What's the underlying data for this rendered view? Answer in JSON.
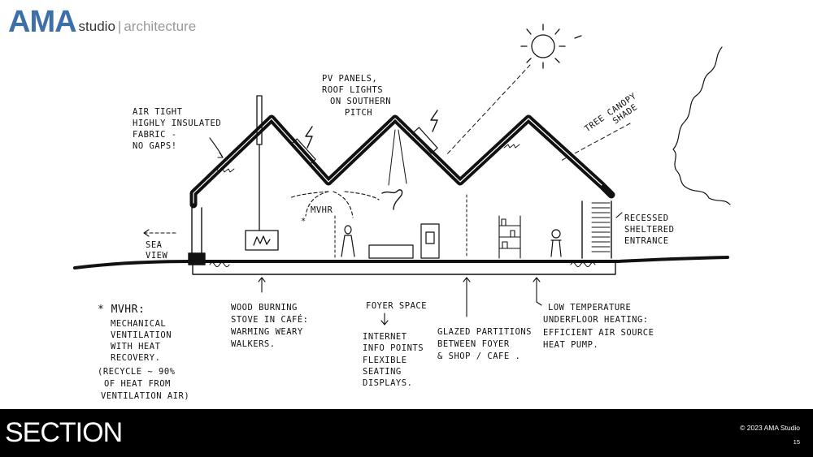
{
  "brand": {
    "mark": "AMA",
    "studio": "studio",
    "separator": "|",
    "architecture": "architecture",
    "color": "#3d6fa8"
  },
  "diagram": {
    "labels": {
      "air_tight": [
        "AIR TIGHT",
        "HIGHLY INSULATED",
        "FABRIC -",
        "NO GAPS!"
      ],
      "pv_panels": [
        "PV PANELS,",
        "ROOF LIGHTS",
        "ON SOUTHERN",
        "PITCH"
      ],
      "tree_canopy": [
        "TREE CANOPY",
        "SHADE"
      ],
      "mvhr_tag": "MVHR",
      "sea_view": [
        "SEA",
        "VIEW"
      ],
      "recessed": [
        "RECESSED",
        "SHELTERED",
        "ENTRANCE"
      ],
      "mvhr_note": [
        "* MVHR:",
        "MECHANICAL",
        "VENTILATION",
        "WITH HEAT",
        "RECOVERY.",
        "(RECYCLE ~ 90%",
        "OF HEAT FROM",
        "VENTILATION AIR)"
      ],
      "wood_stove": [
        "WOOD BURNING",
        "STOVE IN CAFÉ:",
        "WARMING WEARY",
        "WALKERS."
      ],
      "foyer": [
        "FOYER SPACE",
        "INTERNET",
        "INFO POINTS",
        "FLEXIBLE",
        "SEATING",
        "DISPLAYS."
      ],
      "glazed": [
        "GLAZED PARTITIONS",
        "BETWEEN FOYER",
        "& SHOP / CAFE ."
      ],
      "heating": [
        "LOW TEMPERATURE",
        "UNDERFLOOR HEATING:",
        "EFFICIENT AIR SOURCE",
        "HEAT PUMP."
      ]
    }
  },
  "footer": {
    "title": "SECTION",
    "copyright": "© 2023 AMA Studio",
    "page": "15"
  }
}
